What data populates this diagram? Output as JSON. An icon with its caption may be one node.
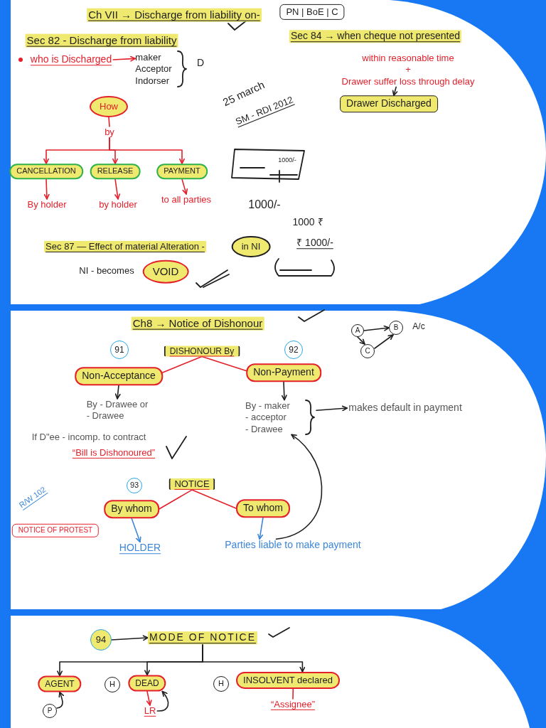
{
  "diagram": {
    "nodes": [
      {
        "text": [
          "PN | BoE | C"
        ]
      },
      {
        "text": [
          "who is Discharged"
        ]
      },
      {
        "text": [
          "maker",
          "Acceptor",
          "Indorser"
        ]
      },
      {
        "text": [
          "within reasonable time",
          "+",
          "Drawer suffer loss through delay"
        ]
      },
      {
        "text": [
          "Drawer Discharged"
        ]
      },
      {
        "text": [
          "How"
        ]
      },
      {
        "text": [
          "by"
        ]
      },
      {
        "text": [
          "CANCELLATION"
        ]
      },
      {
        "text": [
          "RELEASE"
        ]
      },
      {
        "text": [
          "PAYMENT"
        ]
      },
      {
        "text": [
          "By holder"
        ]
      },
      {
        "text": [
          "by holder"
        ]
      },
      {
        "text": [
          "to all parties"
        ]
      },
      {
        "text": [
          "in NI"
        ]
      },
      {
        "text": [
          "VOID"
        ],
        "beside": [
          "NI - becomes"
        ]
      },
      {
        "text": [
          "91"
        ]
      },
      {
        "text": [
          "DISHONOUR By"
        ]
      },
      {
        "text": [
          "92"
        ]
      },
      {
        "text": [
          "A"
        ]
      },
      {
        "text": [
          "B"
        ]
      },
      {
        "text": [
          "C"
        ]
      },
      {
        "text": [
          "Non-Acceptance"
        ]
      },
      {
        "text": [
          "Non-Payment"
        ]
      },
      {
        "text": [
          "By - Drawee or",
          "- Drawee"
        ]
      },
      {
        "text": [
          "By - maker",
          "- acceptor",
          "- Drawee"
        ]
      },
      {
        "text": [
          "makes default in payment"
        ]
      },
      {
        "text": [
          "NOTICE OF PROTEST"
        ]
      },
      {
        "text": [
          "93"
        ]
      },
      {
        "text": [
          "NOTICE"
        ]
      },
      {
        "text": [
          "By whom"
        ]
      },
      {
        "text": [
          "To whom"
        ]
      },
      {
        "text": [
          "HOLDER"
        ]
      },
      {
        "text": [
          "Parties liable to make payment"
        ]
      },
      {
        "text": [
          "94"
        ]
      },
      {
        "text": [
          "MODE OF NOTICE"
        ]
      },
      {
        "text": [
          "AGENT"
        ]
      },
      {
        "text": [
          "H"
        ]
      },
      {
        "text": [
          "DEAD"
        ]
      },
      {
        "text": [
          "H"
        ]
      },
      {
        "text": [
          "INSOLVENT declared"
        ]
      },
      {
        "text": [
          "P"
        ]
      },
      {
        "text": [
          "LR"
        ]
      },
      {
        "text": [
          "“Assignee”"
        ]
      }
    ],
    "edges": [
      {
        "from": 1,
        "to": 2,
        "arrow": "to",
        "color": "#e4202b"
      },
      {
        "from": 3,
        "to": 4,
        "arrow": "to",
        "color": "#1e1e1e"
      },
      {
        "from": 5,
        "to": 6,
        "arrow": "none",
        "color": "#e4202b"
      },
      {
        "from": 6,
        "to": 7,
        "arrow": "to",
        "color": "#e4202b"
      },
      {
        "from": 6,
        "to": 8,
        "arrow": "to",
        "color": "#e4202b"
      },
      {
        "from": 6,
        "to": 9,
        "arrow": "to",
        "color": "#e4202b"
      },
      {
        "from": 7,
        "to": 10,
        "arrow": "to",
        "color": "#e4202b"
      },
      {
        "from": 8,
        "to": 11,
        "arrow": "to",
        "color": "#e4202b"
      },
      {
        "from": 9,
        "to": 12,
        "arrow": "to",
        "color": "#e4202b"
      },
      {
        "from": 18,
        "to": 19,
        "arrow": "to",
        "color": "#1e1e1e"
      },
      {
        "from": 18,
        "to": 20,
        "arrow": "to",
        "color": "#1e1e1e"
      },
      {
        "from": 20,
        "to": 19,
        "arrow": "to",
        "color": "#1e1e1e"
      },
      {
        "from": 16,
        "to": 21,
        "arrow": "none",
        "color": "#e4202b"
      },
      {
        "from": 16,
        "to": 22,
        "arrow": "none",
        "color": "#e4202b"
      },
      {
        "from": 21,
        "to": 23,
        "arrow": "to",
        "color": "#1e1e1e"
      },
      {
        "from": 22,
        "to": 24,
        "arrow": "to",
        "color": "#1e1e1e"
      },
      {
        "from": 24,
        "to": 25,
        "arrow": "to",
        "color": "#1e1e1e"
      },
      {
        "from": 28,
        "to": 29,
        "arrow": "none",
        "color": "#e4202b"
      },
      {
        "from": 28,
        "to": 30,
        "arrow": "none",
        "color": "#e4202b"
      },
      {
        "from": 29,
        "to": 31,
        "arrow": "to",
        "color": "#3d86d8"
      },
      {
        "from": 30,
        "to": 32,
        "arrow": "to",
        "color": "#3d86d8"
      },
      {
        "from": 32,
        "to": 24,
        "arrow": "to",
        "color": "#1e1e1e"
      },
      {
        "from": 33,
        "to": 34,
        "arrow": "to",
        "color": "#1e1e1e"
      },
      {
        "from": 34,
        "to": 35,
        "arrow": "to",
        "color": "#1e1e1e"
      },
      {
        "from": 34,
        "to": 37,
        "arrow": "to",
        "color": "#1e1e1e"
      },
      {
        "from": 34,
        "to": 39,
        "arrow": "to",
        "color": "#1e1e1e"
      },
      {
        "from": 40,
        "to": 35,
        "arrow": "to",
        "color": "#1e1e1e"
      },
      {
        "from": 37,
        "to": 41,
        "arrow": "to",
        "color": "#e4202b"
      },
      {
        "from": 41,
        "to": 37,
        "arrow": "to",
        "color": "#1e1e1e"
      },
      {
        "from": 39,
        "to": 42,
        "arrow": "none",
        "color": "#e4202b"
      }
    ],
    "labels": [
      "Ch VII → Discharge from liability on-",
      "Sec 82 - Discharge from liability",
      "Sec 84 → when cheque not presented",
      "D",
      "25 march",
      "SM - RDI 2012",
      "1000/-",
      "1000/-",
      "1000 ₹",
      "Sec 87 — Effect of material Alteration -",
      "₹ 1000/-",
      "Ch8 → Notice of Dishonour",
      "A/c",
      "If D\"ee - incomp. to contract",
      "“Bill is Dishonoured”",
      "R/W 102"
    ]
  }
}
